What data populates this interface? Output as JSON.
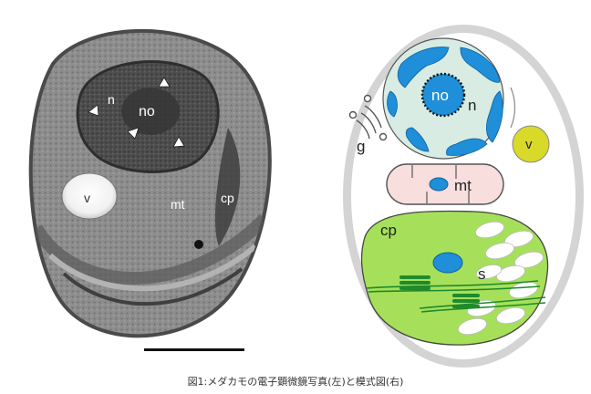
{
  "em_panel": {
    "labels": {
      "nucleolus": "no",
      "nucleus": "n",
      "vacuole": "v",
      "mitochondrion": "mt",
      "chloroplast": "cp"
    }
  },
  "schematic_panel": {
    "labels": {
      "nucleolus": "no",
      "nucleus": "n",
      "golgi": "g",
      "vacuole": "v",
      "mitochondrion": "mt",
      "chloroplast": "cp",
      "starch": "s"
    }
  },
  "caption": "図1:メダカモの電子顕微鏡写真(左)と模式図(右)",
  "colors": {
    "nucleus": "#d8ece4",
    "nucleus_blue": "#1e8fd8",
    "chloroplast": "#a6e05a",
    "mitochondrion": "#f9dede",
    "vacuole": "#d9d92a",
    "thylakoid": "#1f8a2c",
    "cell_wall": "#d4d4d4",
    "em_gray": "#8a8a8a"
  }
}
